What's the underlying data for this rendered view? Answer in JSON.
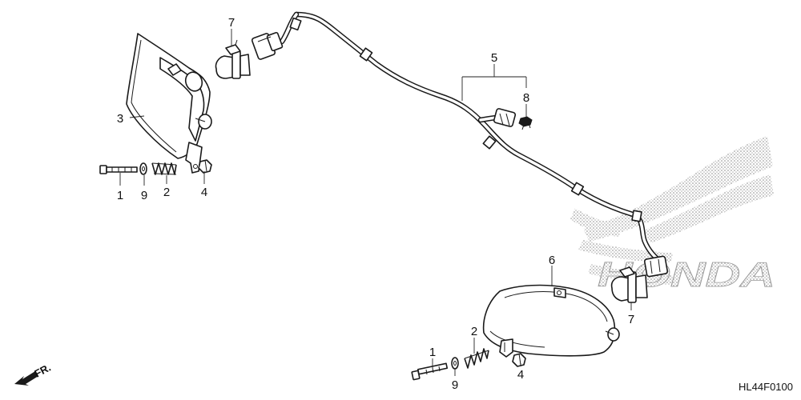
{
  "callouts": {
    "bolt_left": "1",
    "washer_left": "9",
    "spring_left": "2",
    "headlight_left": "3",
    "nut_left": "4",
    "harness": "5",
    "headlight_right": "6",
    "bulb_left": "7",
    "bulb_right": "7",
    "clip": "8",
    "bolt_right": "1",
    "washer_right": "9",
    "spring_right": "2",
    "nut_right": "4"
  },
  "watermark": {
    "brand": "HONDA",
    "icon": "honda-wing-logo"
  },
  "direction": {
    "label": "FR.",
    "icon": "arrow-front-icon"
  },
  "diagram_code": "HL44F0100"
}
